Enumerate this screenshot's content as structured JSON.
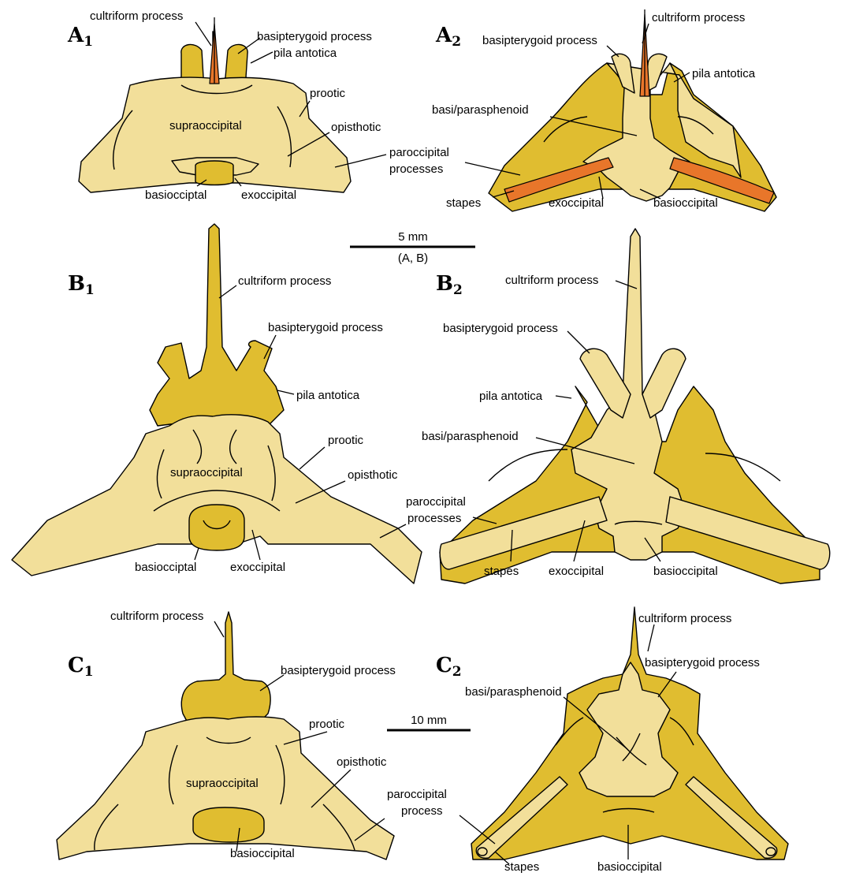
{
  "panels": {
    "a1": {
      "letter": "A",
      "sub": "1"
    },
    "a2": {
      "letter": "A",
      "sub": "2"
    },
    "b1": {
      "letter": "B",
      "sub": "1"
    },
    "b2": {
      "letter": "B",
      "sub": "2"
    },
    "c1": {
      "letter": "C",
      "sub": "1"
    },
    "c2": {
      "letter": "C",
      "sub": "2"
    }
  },
  "labels": {
    "cultriform": "cultriform process",
    "basipterygoid": "basipterygoid process",
    "pila": "pila antotica",
    "prootic": "prootic",
    "opisthotic": "opisthotic",
    "supraoccipital": "supraoccipital",
    "paroccipital_l1": "paroccipital",
    "processes": "processes",
    "process": "process",
    "basioccipital": "basiocciptal",
    "basioccipital_alt": "basioccipital",
    "exoccipital": "exoccipital",
    "basi_para": "basi/parasphenoid",
    "stapes": "stapes"
  },
  "scalebars": {
    "ab": {
      "length": "5 mm",
      "applies": "(A, B)"
    },
    "c": {
      "length": "10 mm"
    }
  },
  "colors": {
    "light_bone": "#f2df9a",
    "dark_bone": "#e0bd30",
    "highlight": "#e8762a",
    "outline": "#000000"
  }
}
